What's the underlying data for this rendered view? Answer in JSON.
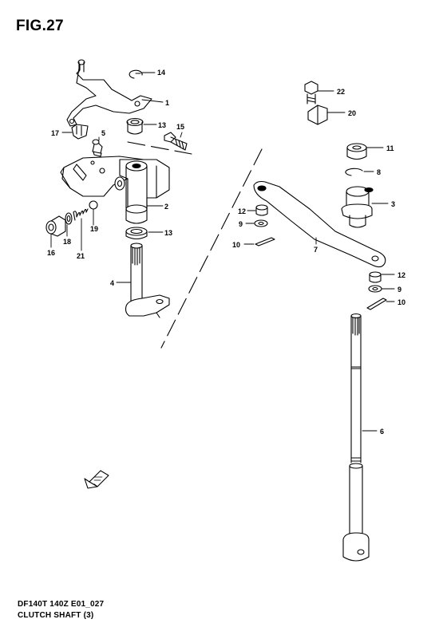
{
  "figure": {
    "title": "FIG.27",
    "caption_model": "DF140T 140Z E01_027",
    "caption_name": "CLUTCH SHAFT (3)"
  },
  "callouts": {
    "c1": "1",
    "c2": "2",
    "c3": "3",
    "c4": "4",
    "c5": "5",
    "c6": "6",
    "c7": "7",
    "c8": "8",
    "c9a": "9",
    "c9b": "9",
    "c10a": "10",
    "c10b": "10",
    "c11": "11",
    "c12a": "12",
    "c12b": "12",
    "c13a": "13",
    "c13b": "13",
    "c14": "14",
    "c15": "15",
    "c16": "16",
    "c17": "17",
    "c18": "18",
    "c19": "19",
    "c20": "20",
    "c21": "21",
    "c22": "22"
  },
  "icons": {
    "front_arrow": "front-direction-arrow-icon"
  }
}
